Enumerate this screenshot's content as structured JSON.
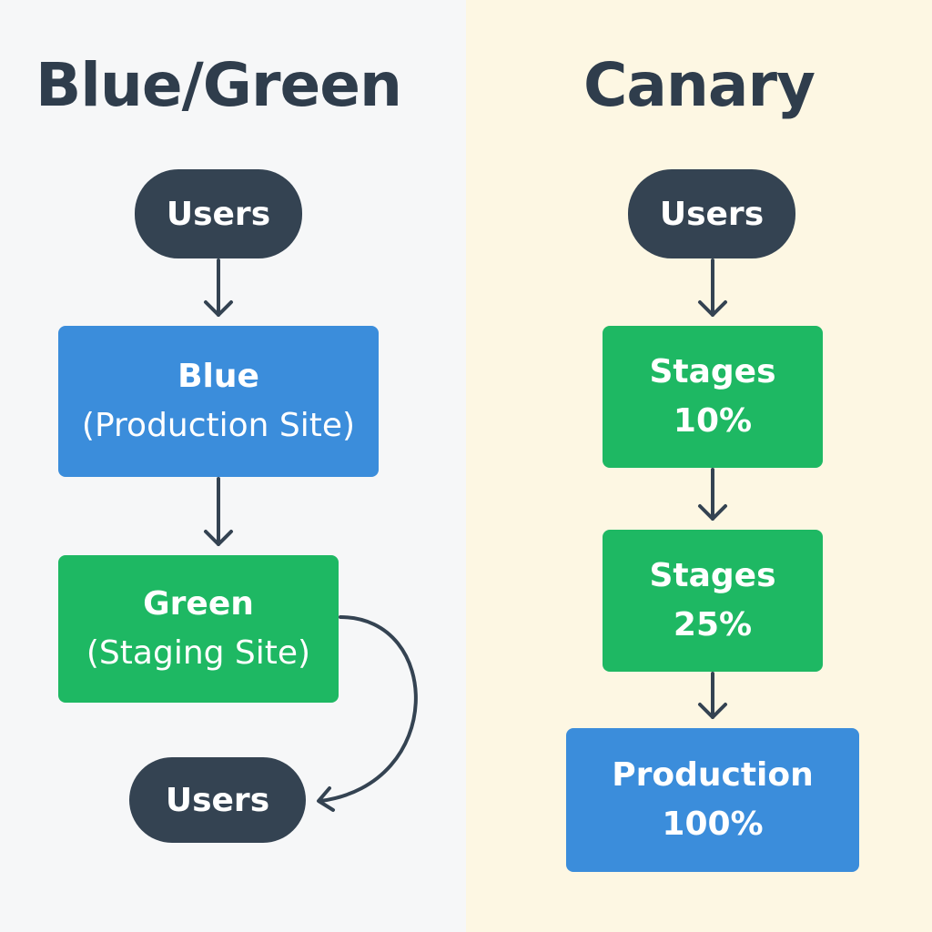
{
  "left": {
    "title": "Blue/Green",
    "top_node": "Users",
    "blue_box": {
      "line1": "Blue",
      "line2": "(Production Site)"
    },
    "green_box": {
      "line1": "Green",
      "line2": "(Staging Site)"
    },
    "bottom_node": "Users"
  },
  "right": {
    "title": "Canary",
    "top_node": "Users",
    "stage1": {
      "line1": "Stages",
      "line2": "10%"
    },
    "stage2": {
      "line1": "Stages",
      "line2": "25%"
    },
    "production": {
      "line1": "Production",
      "line2": "100%"
    }
  },
  "colors": {
    "dark": "#344352",
    "blue": "#3b8ddb",
    "green": "#1eb863",
    "left_background": "#f6f7f8",
    "right_background": "#fdf7e3"
  }
}
